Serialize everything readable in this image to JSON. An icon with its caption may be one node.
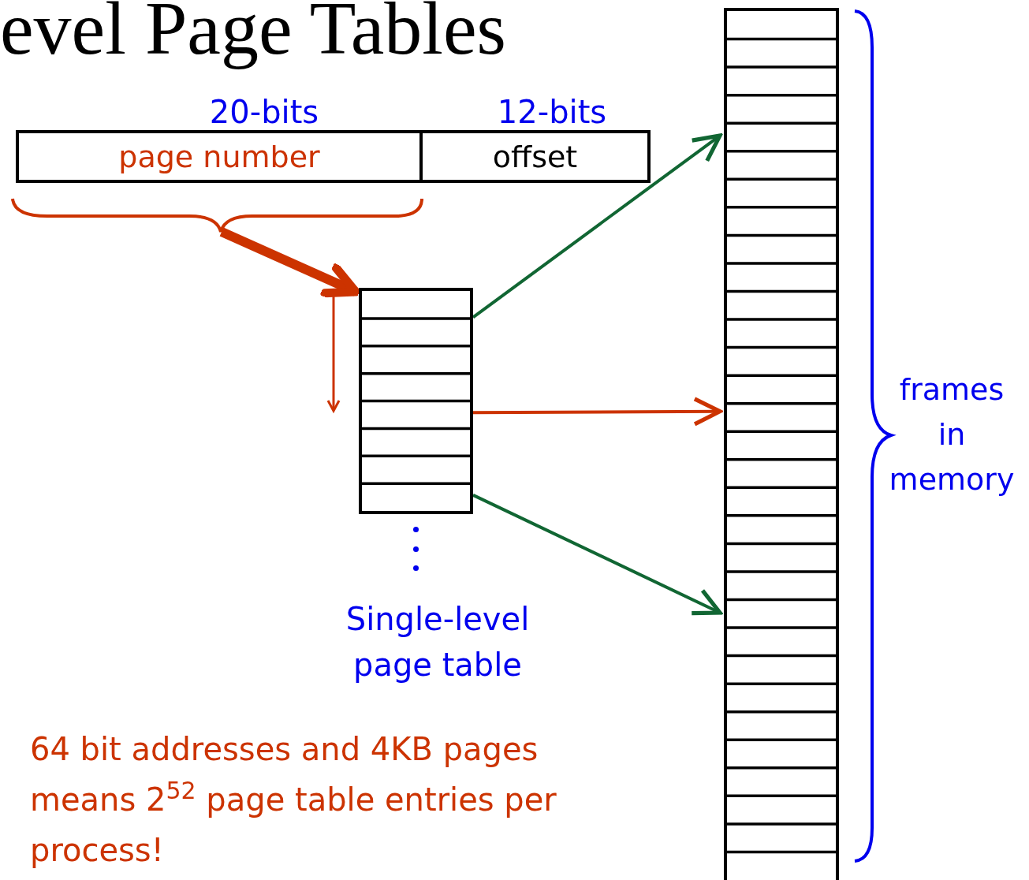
{
  "diagram": {
    "title": "evel Page Tables",
    "nodes": [
      {
        "text": [
          "page number"
        ],
        "beside": [
          "20-bits"
        ]
      },
      {
        "text": [
          "offset"
        ],
        "beside": [
          "12-bits"
        ]
      },
      {
        "text": [],
        "shape": "box",
        "beside": [
          "Single-level page table"
        ]
      },
      {
        "text": [],
        "shape": "box"
      }
    ],
    "edges": [
      {
        "from": 0,
        "to": 2,
        "arrow": "to",
        "style": "thick",
        "color": "#cc3300"
      },
      {
        "from": 2,
        "to": 3,
        "arrow": "to",
        "color": "#116633"
      },
      {
        "from": 2,
        "to": 3,
        "arrow": "to",
        "color": "#cc3300"
      },
      {
        "from": 2,
        "to": 3,
        "arrow": "to",
        "color": "#116633"
      }
    ],
    "labels": [
      "frames in memory",
      "64 bit addresses and 4KB pages means 2$^{52}$ page table entries per process!"
    ]
  }
}
